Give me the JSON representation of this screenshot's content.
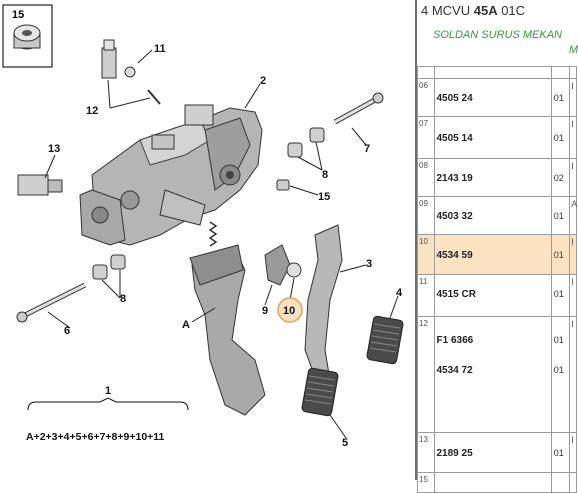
{
  "header": {
    "prefix": "4 MCVU ",
    "code_bold": "45A",
    "suffix": " 01C",
    "subtitle_line1": "SOLDAN SURUS MEKAN",
    "subtitle_line2": "M"
  },
  "callouts": {
    "c1": "1",
    "c2": "2",
    "c3": "3",
    "c4": "4",
    "c5": "5",
    "c6": "6",
    "c7": "7",
    "c8a": "8",
    "c8b": "8",
    "c9": "9",
    "c10": "10",
    "c11": "11",
    "c12": "12",
    "c13": "13",
    "c15": "15",
    "c15box": "15",
    "cA": "A",
    "formula": "A+2+3+4+5+6+7+8+9+10+11"
  },
  "rows": [
    {
      "num": "",
      "ref": "",
      "qty": "",
      "mark": ""
    },
    {
      "num": "06",
      "ref": "4505 24",
      "qty": "01",
      "mark": "I"
    },
    {
      "num": "07",
      "ref": "4505 14",
      "qty": "01",
      "mark": "I"
    },
    {
      "num": "08",
      "ref": "2143 19",
      "qty": "02",
      "mark": "I"
    },
    {
      "num": "09",
      "ref": "4503 32",
      "qty": "01",
      "mark": "A"
    },
    {
      "num": "10",
      "ref": "4534 59",
      "qty": "01",
      "mark": "I"
    },
    {
      "num": "11",
      "ref": "4515 CR",
      "qty": "01",
      "mark": "I"
    },
    {
      "num": "12",
      "ref": "F1 6366",
      "qty": "01",
      "mark": "I",
      "ref2": "4534 72",
      "qty2": "01"
    },
    {
      "num": "13",
      "ref": "2189 25",
      "qty": "01",
      "mark": "I"
    },
    {
      "num": "15",
      "ref": "",
      "qty": "",
      "mark": ""
    }
  ]
}
